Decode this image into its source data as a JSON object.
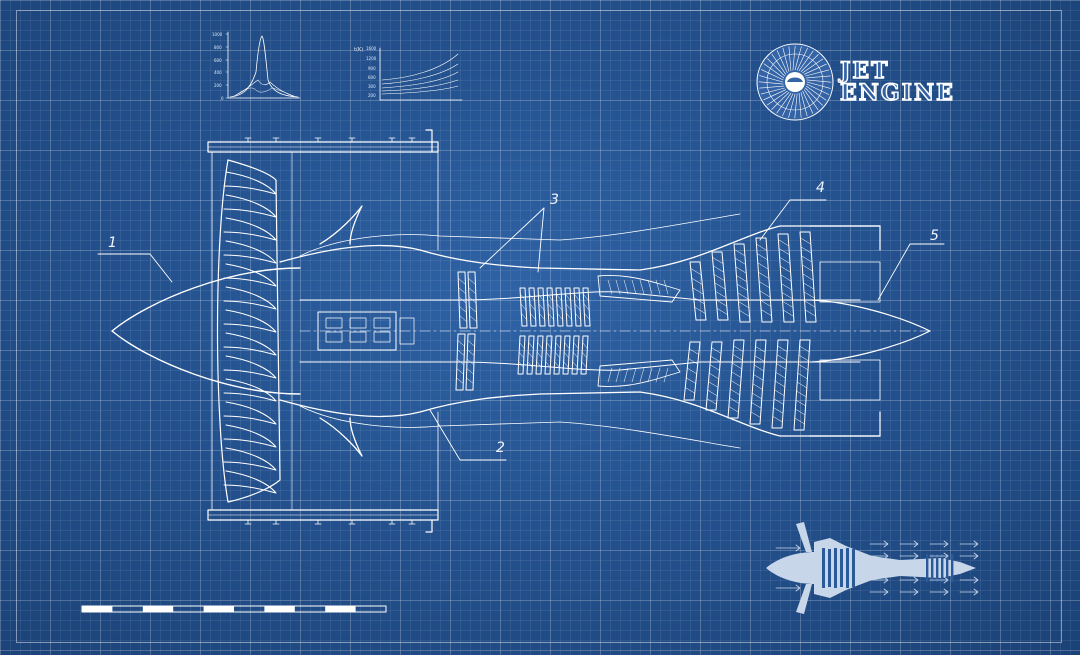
{
  "title": {
    "line1": "JET",
    "line2": "ENGINE"
  },
  "callouts": [
    "1",
    "2",
    "3",
    "4",
    "5"
  ],
  "mini_charts": {
    "left": {
      "ticks": [
        "1000",
        "800",
        "600",
        "400",
        "200",
        "0"
      ]
    },
    "right": {
      "axis_label": "t(K)",
      "ticks": [
        "1600",
        "1200",
        "900",
        "600",
        "300",
        "200"
      ]
    }
  },
  "colors": {
    "background": "#24528f",
    "line": "#ffffff",
    "title_fill": "#3464a6"
  }
}
